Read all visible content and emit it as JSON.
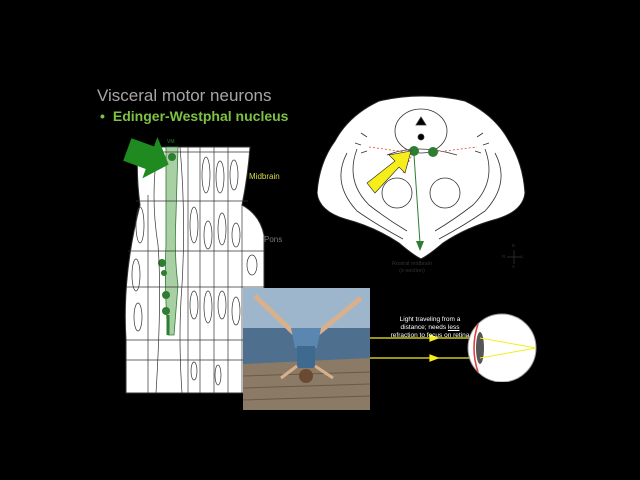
{
  "slide": {
    "title": "Visceral motor neurons",
    "bullet": "Edinger-Westphal nucleus"
  },
  "brainstem_diagram": {
    "nucleus_label": "VM",
    "midbrain_label": "Midbrain",
    "pons_label": "Pons"
  },
  "midbrain_section": {
    "caption_line1": "Rostral midbrain",
    "caption_line2": "(x-section)",
    "compass": {
      "dorsal": "D",
      "ventral": "A",
      "right": "R",
      "left": "L"
    }
  },
  "eye_diagram": {
    "light_line1": "Light traveling from a",
    "light_line2_pre": "distance; needs ",
    "light_line2_emph": "less",
    "light_line3": "refraction to focus on retina"
  },
  "colors": {
    "background": "#000000",
    "title": "#a6a6a6",
    "accent_green": "#7dc242",
    "nucleus_green": "#2e7d32",
    "arrow_yellow": "#f5ee1a",
    "midbrain_label": "#d9d94a"
  }
}
